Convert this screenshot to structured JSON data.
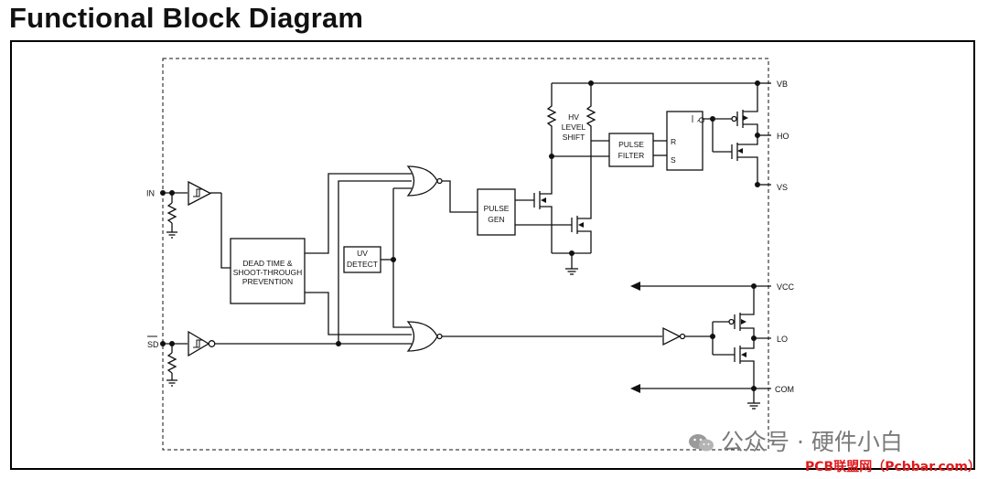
{
  "title": "Functional Block Diagram",
  "pins": {
    "in": "IN",
    "sd": "SD",
    "vb": "VB",
    "ho": "HO",
    "vs": "VS",
    "vcc": "VCC",
    "lo": "LO",
    "com": "COM"
  },
  "blocks": {
    "dead_time": [
      "DEAD TIME &",
      "SHOOT-THROUGH",
      "PREVENTION"
    ],
    "uv_detect": [
      "UV",
      "DETECT"
    ],
    "pulse_gen": [
      "PULSE",
      "GEN"
    ],
    "hv_level_shift": [
      "HV",
      "LEVEL",
      "SHIFT"
    ],
    "pulse_filter": [
      "PULSE",
      "FILTER"
    ],
    "latch": {
      "r": "R",
      "s": "S",
      "q": "Q"
    }
  },
  "watermark": {
    "text": "公众号 · 硬件小白",
    "source": "PCB联盟网（Pcbbar.com）"
  },
  "colors": {
    "line": "#111111",
    "watermark": "#7a7a7a",
    "source": "#e0181b"
  }
}
